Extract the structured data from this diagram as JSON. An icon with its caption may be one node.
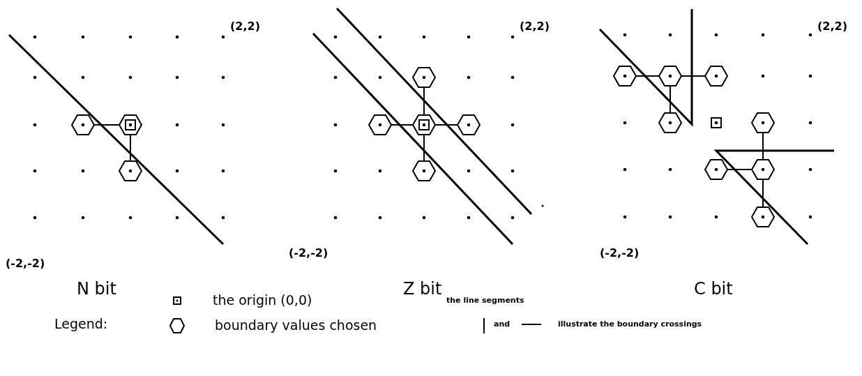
{
  "diagram": {
    "labels": [
      "(2,2)",
      "(-2,-2)",
      "N bit",
      "(2,2)",
      "(-2,-2)",
      "Z bit",
      "(2,2)",
      "(-2,-2)",
      "C bit",
      "Legend:",
      "the line segments",
      "and",
      "illustrate the boundary crossings"
    ],
    "legend": [
      {
        "text": "the origin (0,0)"
      },
      {
        "text": "boundary values chosen"
      }
    ]
  }
}
